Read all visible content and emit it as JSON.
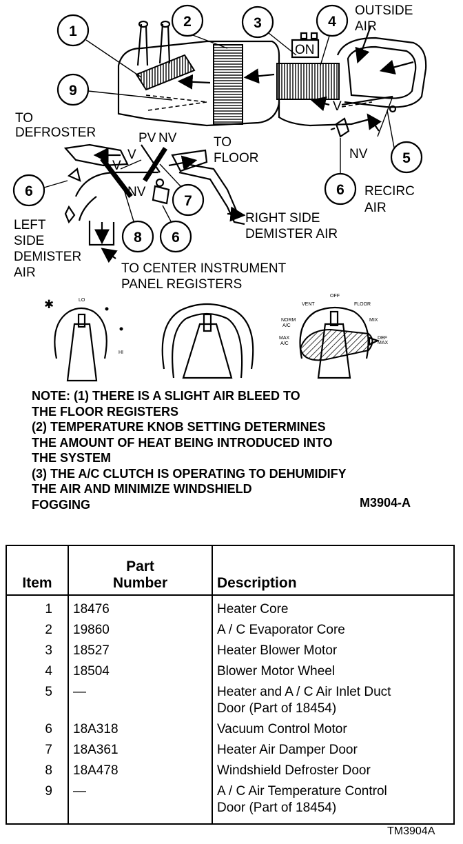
{
  "callouts": [
    "1",
    "2",
    "3",
    "4",
    "5",
    "6",
    "7",
    "8",
    "9"
  ],
  "labels": {
    "outside_air": [
      "OUTSIDE",
      "AIR"
    ],
    "to_defroster": [
      "TO",
      "DEFROSTER"
    ],
    "to_floor": [
      "TO",
      "FLOOR"
    ],
    "recirc_air": [
      "RECIRC",
      "AIR"
    ],
    "right_demister": [
      "RIGHT SIDE",
      "DEMISTER AIR"
    ],
    "left_demister": [
      "LEFT",
      "SIDE",
      "DEMISTER",
      "AIR"
    ],
    "center_registers": [
      "TO CENTER INSTRUMENT",
      "PANEL REGISTERS"
    ],
    "on": "ON",
    "pv": "PV",
    "nv": "NV",
    "v": "V"
  },
  "knobs": {
    "fan": {
      "lo": "LO",
      "hi": "HI"
    },
    "function": {
      "vent": "VENT",
      "off": "OFF",
      "floor": "FLOOR",
      "norm_ac": [
        "NORM",
        "A/C"
      ],
      "max_ac": [
        "MAX",
        "A/C"
      ],
      "mix": "MIX",
      "def": [
        "DEF",
        "MAX"
      ]
    }
  },
  "note": [
    "NOTE: (1) THERE IS A SLIGHT AIR BLEED TO",
    "THE FLOOR REGISTERS",
    "(2) TEMPERATURE KNOB SETTING DETERMINES",
    "THE AMOUNT OF HEAT BEING INTRODUCED INTO",
    "THE SYSTEM",
    "(3) THE A/C CLUTCH IS OPERATING TO DEHUMIDIFY",
    "THE AIR AND MINIMIZE WINDSHIELD",
    "FOGGING"
  ],
  "figure_code": "M3904-A",
  "table": {
    "headers": {
      "item": "Item",
      "part": [
        "Part",
        "Number"
      ],
      "description": "Description"
    },
    "rows": [
      {
        "item": "1",
        "part": "18476",
        "description": [
          "Heater Core"
        ]
      },
      {
        "item": "2",
        "part": "19860",
        "description": [
          "A / C Evaporator Core"
        ]
      },
      {
        "item": "3",
        "part": "18527",
        "description": [
          "Heater Blower Motor"
        ]
      },
      {
        "item": "4",
        "part": "18504",
        "description": [
          "Blower Motor Wheel"
        ]
      },
      {
        "item": "5",
        "part": "—",
        "description": [
          "Heater and A / C Air Inlet Duct",
          "Door (Part of 18454)"
        ]
      },
      {
        "item": "6",
        "part": "18A318",
        "description": [
          "Vacuum Control Motor"
        ]
      },
      {
        "item": "7",
        "part": "18A361",
        "description": [
          "Heater Air Damper Door"
        ]
      },
      {
        "item": "8",
        "part": "18A478",
        "description": [
          "Windshield Defroster Door"
        ]
      },
      {
        "item": "9",
        "part": "—",
        "description": [
          "A / C Air Temperature Control",
          "Door (Part of 18454)"
        ]
      }
    ]
  },
  "tm_code": "TM3904A"
}
